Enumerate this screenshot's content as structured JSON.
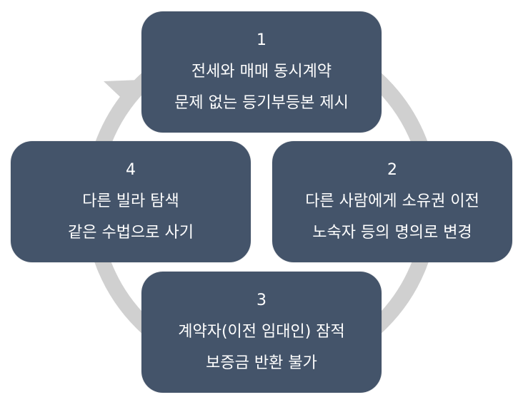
{
  "colors": {
    "box_fill": "#44546a",
    "box_text": "#ffffff",
    "ring": "#d0d0d0"
  },
  "steps": [
    {
      "number": "1",
      "line1": "전세와 매매 동시계약",
      "line2": "문제 없는 등기부등본 제시"
    },
    {
      "number": "2",
      "line1": "다른 사람에게 소유권 이전",
      "line2": "노숙자 등의 명의로 변경"
    },
    {
      "number": "3",
      "line1": "계약자(이전 임대인) 잠적",
      "line2": "보증금 반환 불가"
    },
    {
      "number": "4",
      "line1": "다른 빌라 탐색",
      "line2": "같은 수법으로 사기"
    }
  ]
}
